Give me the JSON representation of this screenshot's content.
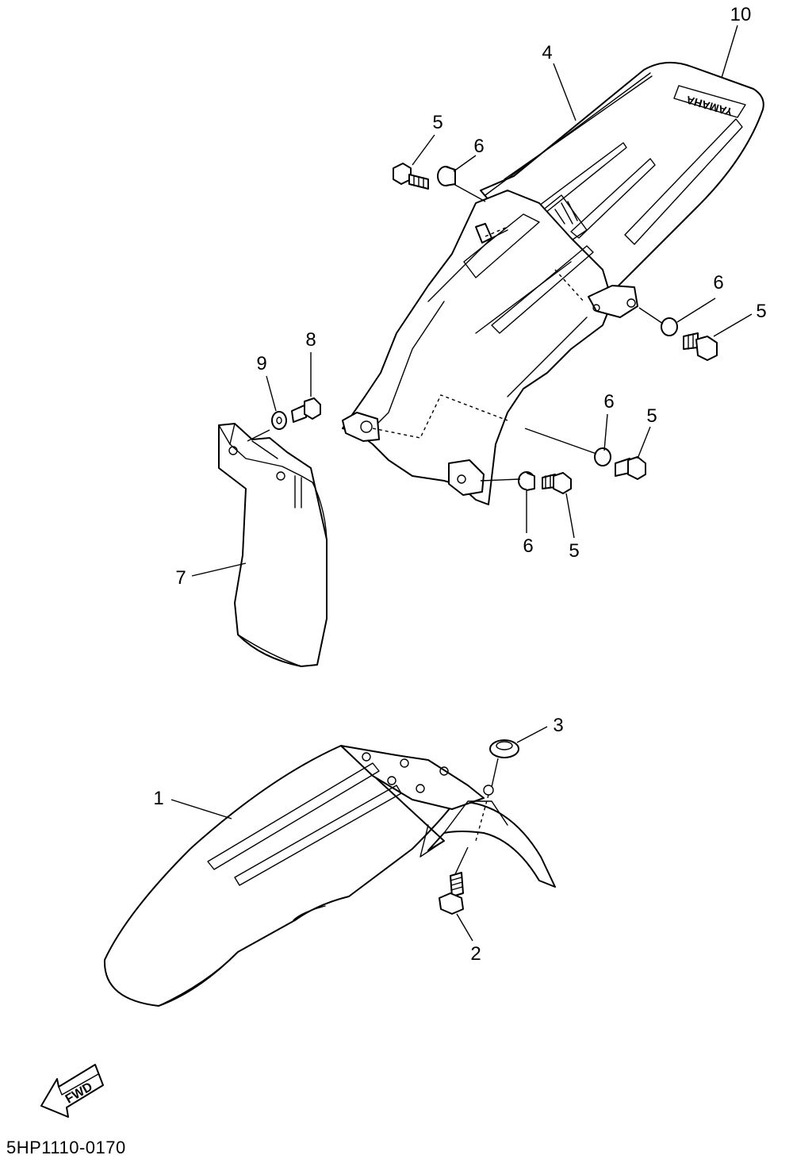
{
  "diagram": {
    "code": "5HP1110-0170",
    "fwd_label": "FWD",
    "brand_label": "YAMAHA",
    "callouts": [
      "1",
      "2",
      "3",
      "4",
      "5",
      "5",
      "5",
      "5",
      "6",
      "6",
      "6",
      "6",
      "7",
      "8",
      "9",
      "10"
    ]
  }
}
